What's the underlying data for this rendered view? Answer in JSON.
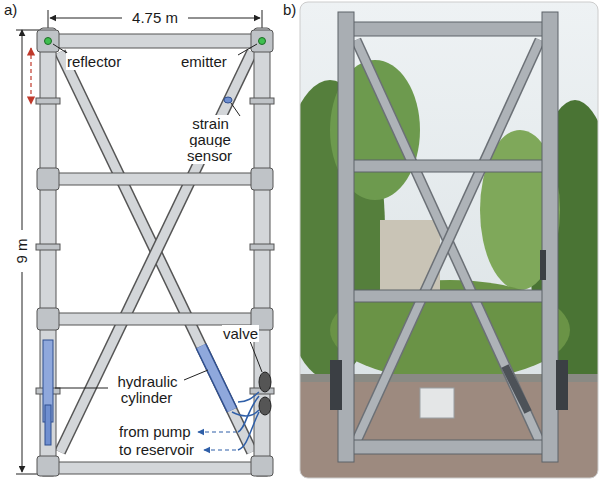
{
  "diagram": {
    "labels": [
      "a)",
      "4.75 m",
      "b)",
      "reflector",
      "emitter",
      "strain gauge sensor",
      "9 m",
      "valve",
      "hydraulic cylinder",
      "from pump",
      "to reservoir"
    ]
  }
}
